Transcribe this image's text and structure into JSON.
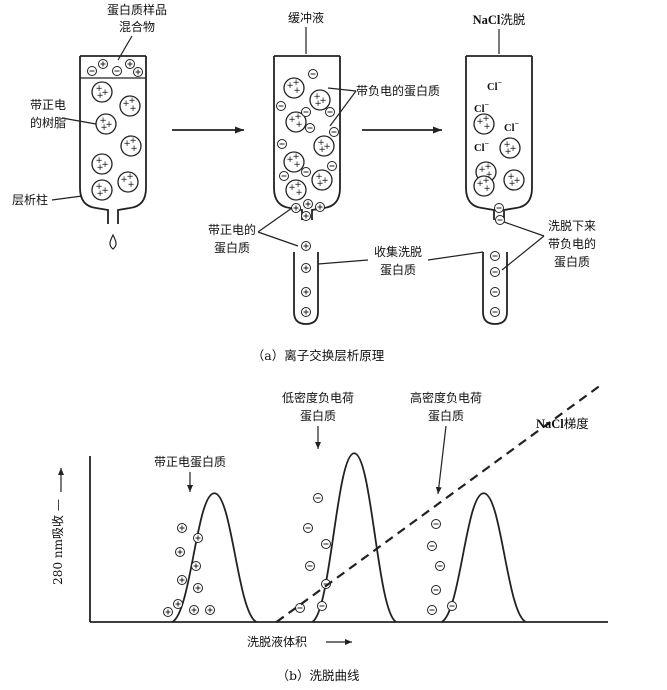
{
  "panel_a": {
    "caption": "（a）离子交换层析原理",
    "sample_label_line1": "蛋白质样品",
    "sample_label_line2": "混合物",
    "resin_label_line1": "带正电",
    "resin_label_line2": "的树脂",
    "column_label": "层析柱",
    "buffer_label": "缓冲液",
    "neg_protein_label": "带负电的蛋白质",
    "nacl_elution_label_prefix": "NaCl",
    "nacl_elution_label_suffix": "洗脱",
    "pos_protein_label_line1": "带正电的",
    "pos_protein_label_line2": "蛋白质",
    "collect_label_line1": "收集洗脱",
    "collect_label_line2": "蛋白质",
    "eluted_label_line1": "洗脱下来",
    "eluted_label_line2": "带负电的",
    "eluted_label_line3": "蛋白质",
    "chloride_ion": "Cl"
  },
  "panel_b": {
    "caption": "（b）洗脱曲线",
    "ylabel": "280 nm吸收",
    "xlabel": "洗脱液体积",
    "peak1_label": "带正电蛋白质",
    "peak2_label_line1": "低密度负电荷",
    "peak2_label_line2": "蛋白质",
    "peak3_label_line1": "高密度负电荷",
    "peak3_label_line2": "蛋白质",
    "gradient_label_prefix": "NaCl",
    "gradient_label_suffix": "梯度"
  },
  "chart_data": {
    "type": "line",
    "title": "",
    "xlabel": "洗脱液体积",
    "ylabel": "280 nm吸收",
    "series": [
      {
        "name": "带正电蛋白质",
        "peak_x": 0.24,
        "peak_height": 0.74
      },
      {
        "name": "低密度负电荷蛋白质",
        "peak_x": 0.51,
        "peak_height": 0.97
      },
      {
        "name": "高密度负电荷蛋白质",
        "peak_x": 0.76,
        "peak_height": 0.74
      },
      {
        "name": "NaCl梯度",
        "x": [
          0.36,
          0.99
        ],
        "y": [
          0.0,
          1.37
        ]
      }
    ]
  }
}
